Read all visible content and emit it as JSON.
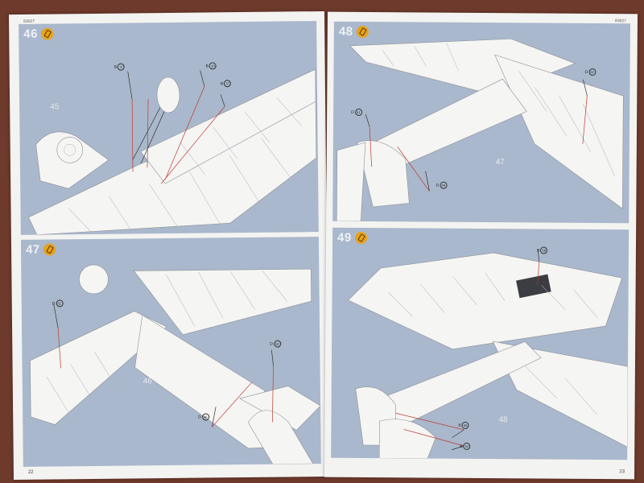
{
  "booklet": {
    "left_page": {
      "code": "83027",
      "page_number": "22",
      "panels": [
        {
          "step": "46",
          "sub_label": "45",
          "callouts": [
            {
              "letter": "B",
              "part": "9"
            },
            {
              "letter": "B",
              "part": "10"
            },
            {
              "letter": "B",
              "part": "57"
            }
          ]
        },
        {
          "step": "47",
          "sub_label": "46",
          "callouts": [
            {
              "letter": "D",
              "part": "51"
            },
            {
              "letter": "D",
              "part": "52"
            },
            {
              "letter": "D",
              "part": "46"
            }
          ]
        }
      ]
    },
    "right_page": {
      "code": "83027",
      "page_number": "23",
      "panels": [
        {
          "step": "48",
          "sub_label": "47",
          "callouts": [
            {
              "letter": "D",
              "part": "51"
            },
            {
              "letter": "D",
              "part": "52"
            },
            {
              "letter": "D",
              "part": "49"
            }
          ]
        },
        {
          "step": "49",
          "sub_label": "48",
          "callouts": [
            {
              "letter": "B",
              "part": "58"
            },
            {
              "letter": "B",
              "part": "56"
            },
            {
              "letter": "B",
              "part": "52"
            }
          ]
        }
      ]
    },
    "colors": {
      "panel": "#a9b8cc",
      "arrow": "#c0392b",
      "glue_badge": "#e8a21c",
      "background": "#6e3a2c"
    },
    "icons": [
      "glue-icon"
    ]
  }
}
